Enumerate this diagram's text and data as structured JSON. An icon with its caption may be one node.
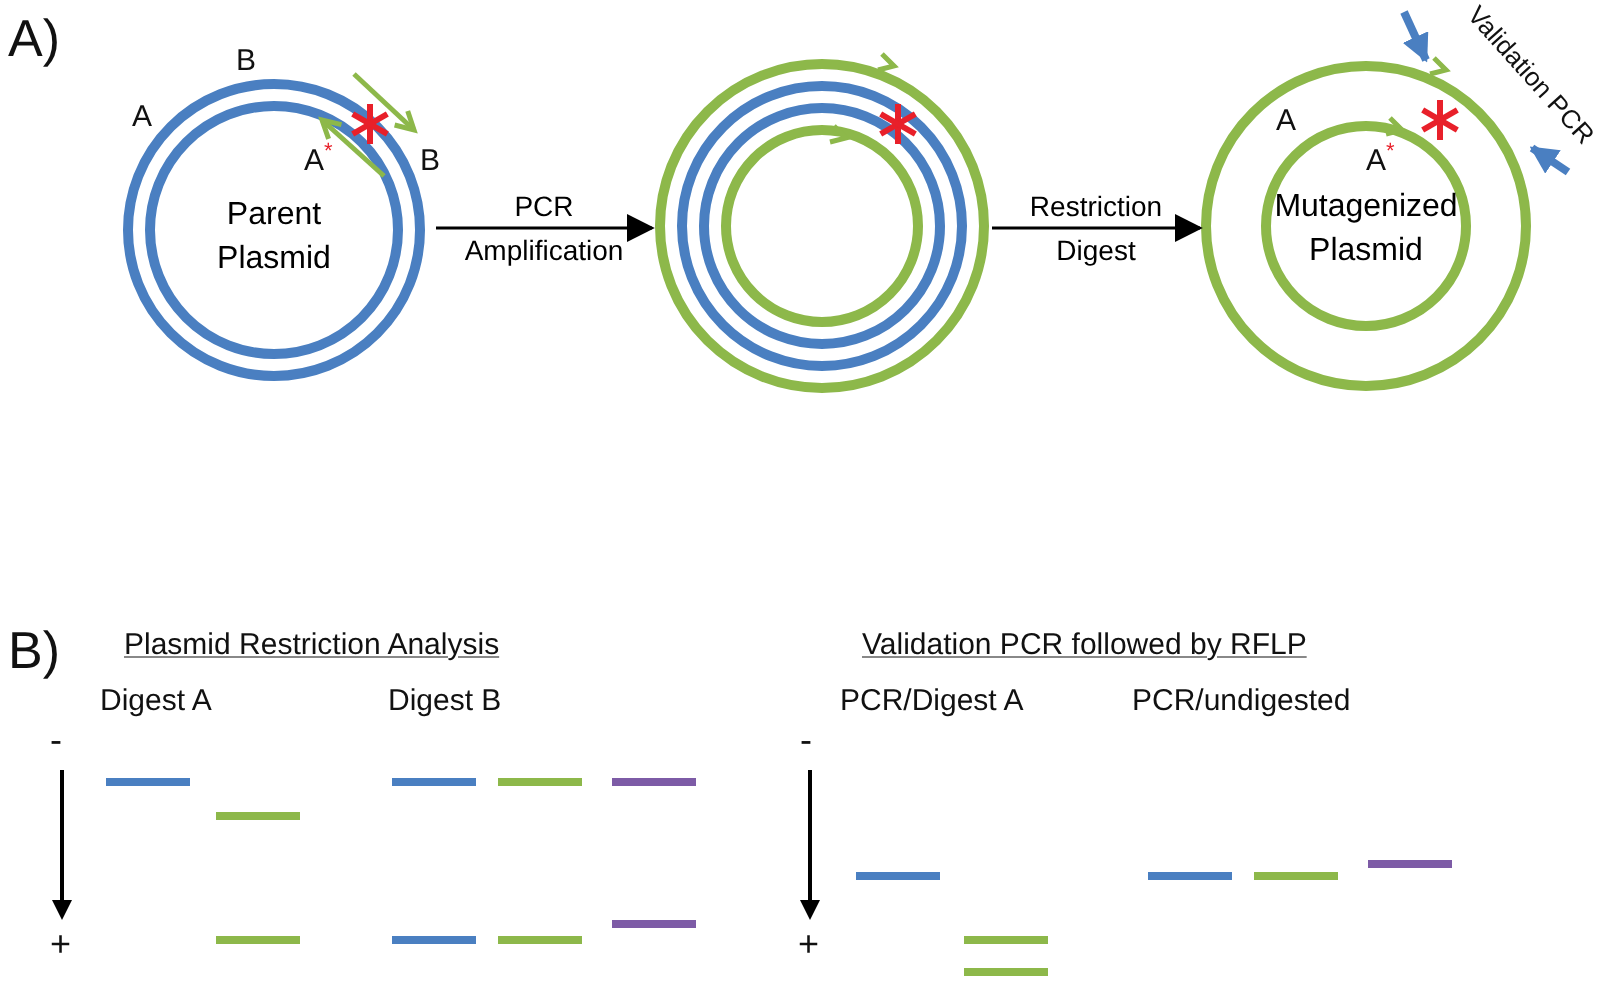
{
  "diagram": {
    "nodes": [
      {
        "text": [
          "A$^{*}$",
          "Parent Plasmid"
        ],
        "beside": [
          "B",
          "A",
          "B"
        ]
      },
      {
        "text": [],
        "shape": "circle"
      },
      {
        "text": [
          "A",
          "A$^{*}$",
          "Mutagenized Plasmid"
        ]
      }
    ],
    "edges": [
      {
        "from": 0,
        "to": 1,
        "arrow": "to",
        "label": "PCR Amplification"
      },
      {
        "from": 1,
        "to": 2,
        "arrow": "to",
        "label": "Restriction Digest"
      },
      {
        "from": null,
        "to": 2,
        "arrow": "to",
        "style": "thick",
        "color": "#4a7fc1"
      },
      {
        "from": null,
        "to": 2,
        "arrow": "to",
        "style": "thick",
        "color": "#4a7fc1"
      }
    ],
    "labels": [
      "A)",
      "Validation PCR",
      "B)",
      "Plasmid Restriction Analysis",
      "Validation PCR followed by RFLP",
      "Digest A",
      "Digest B",
      "PCR/Digest A",
      "PCR/undigested",
      "-",
      "-",
      "+",
      "+"
    ]
  }
}
